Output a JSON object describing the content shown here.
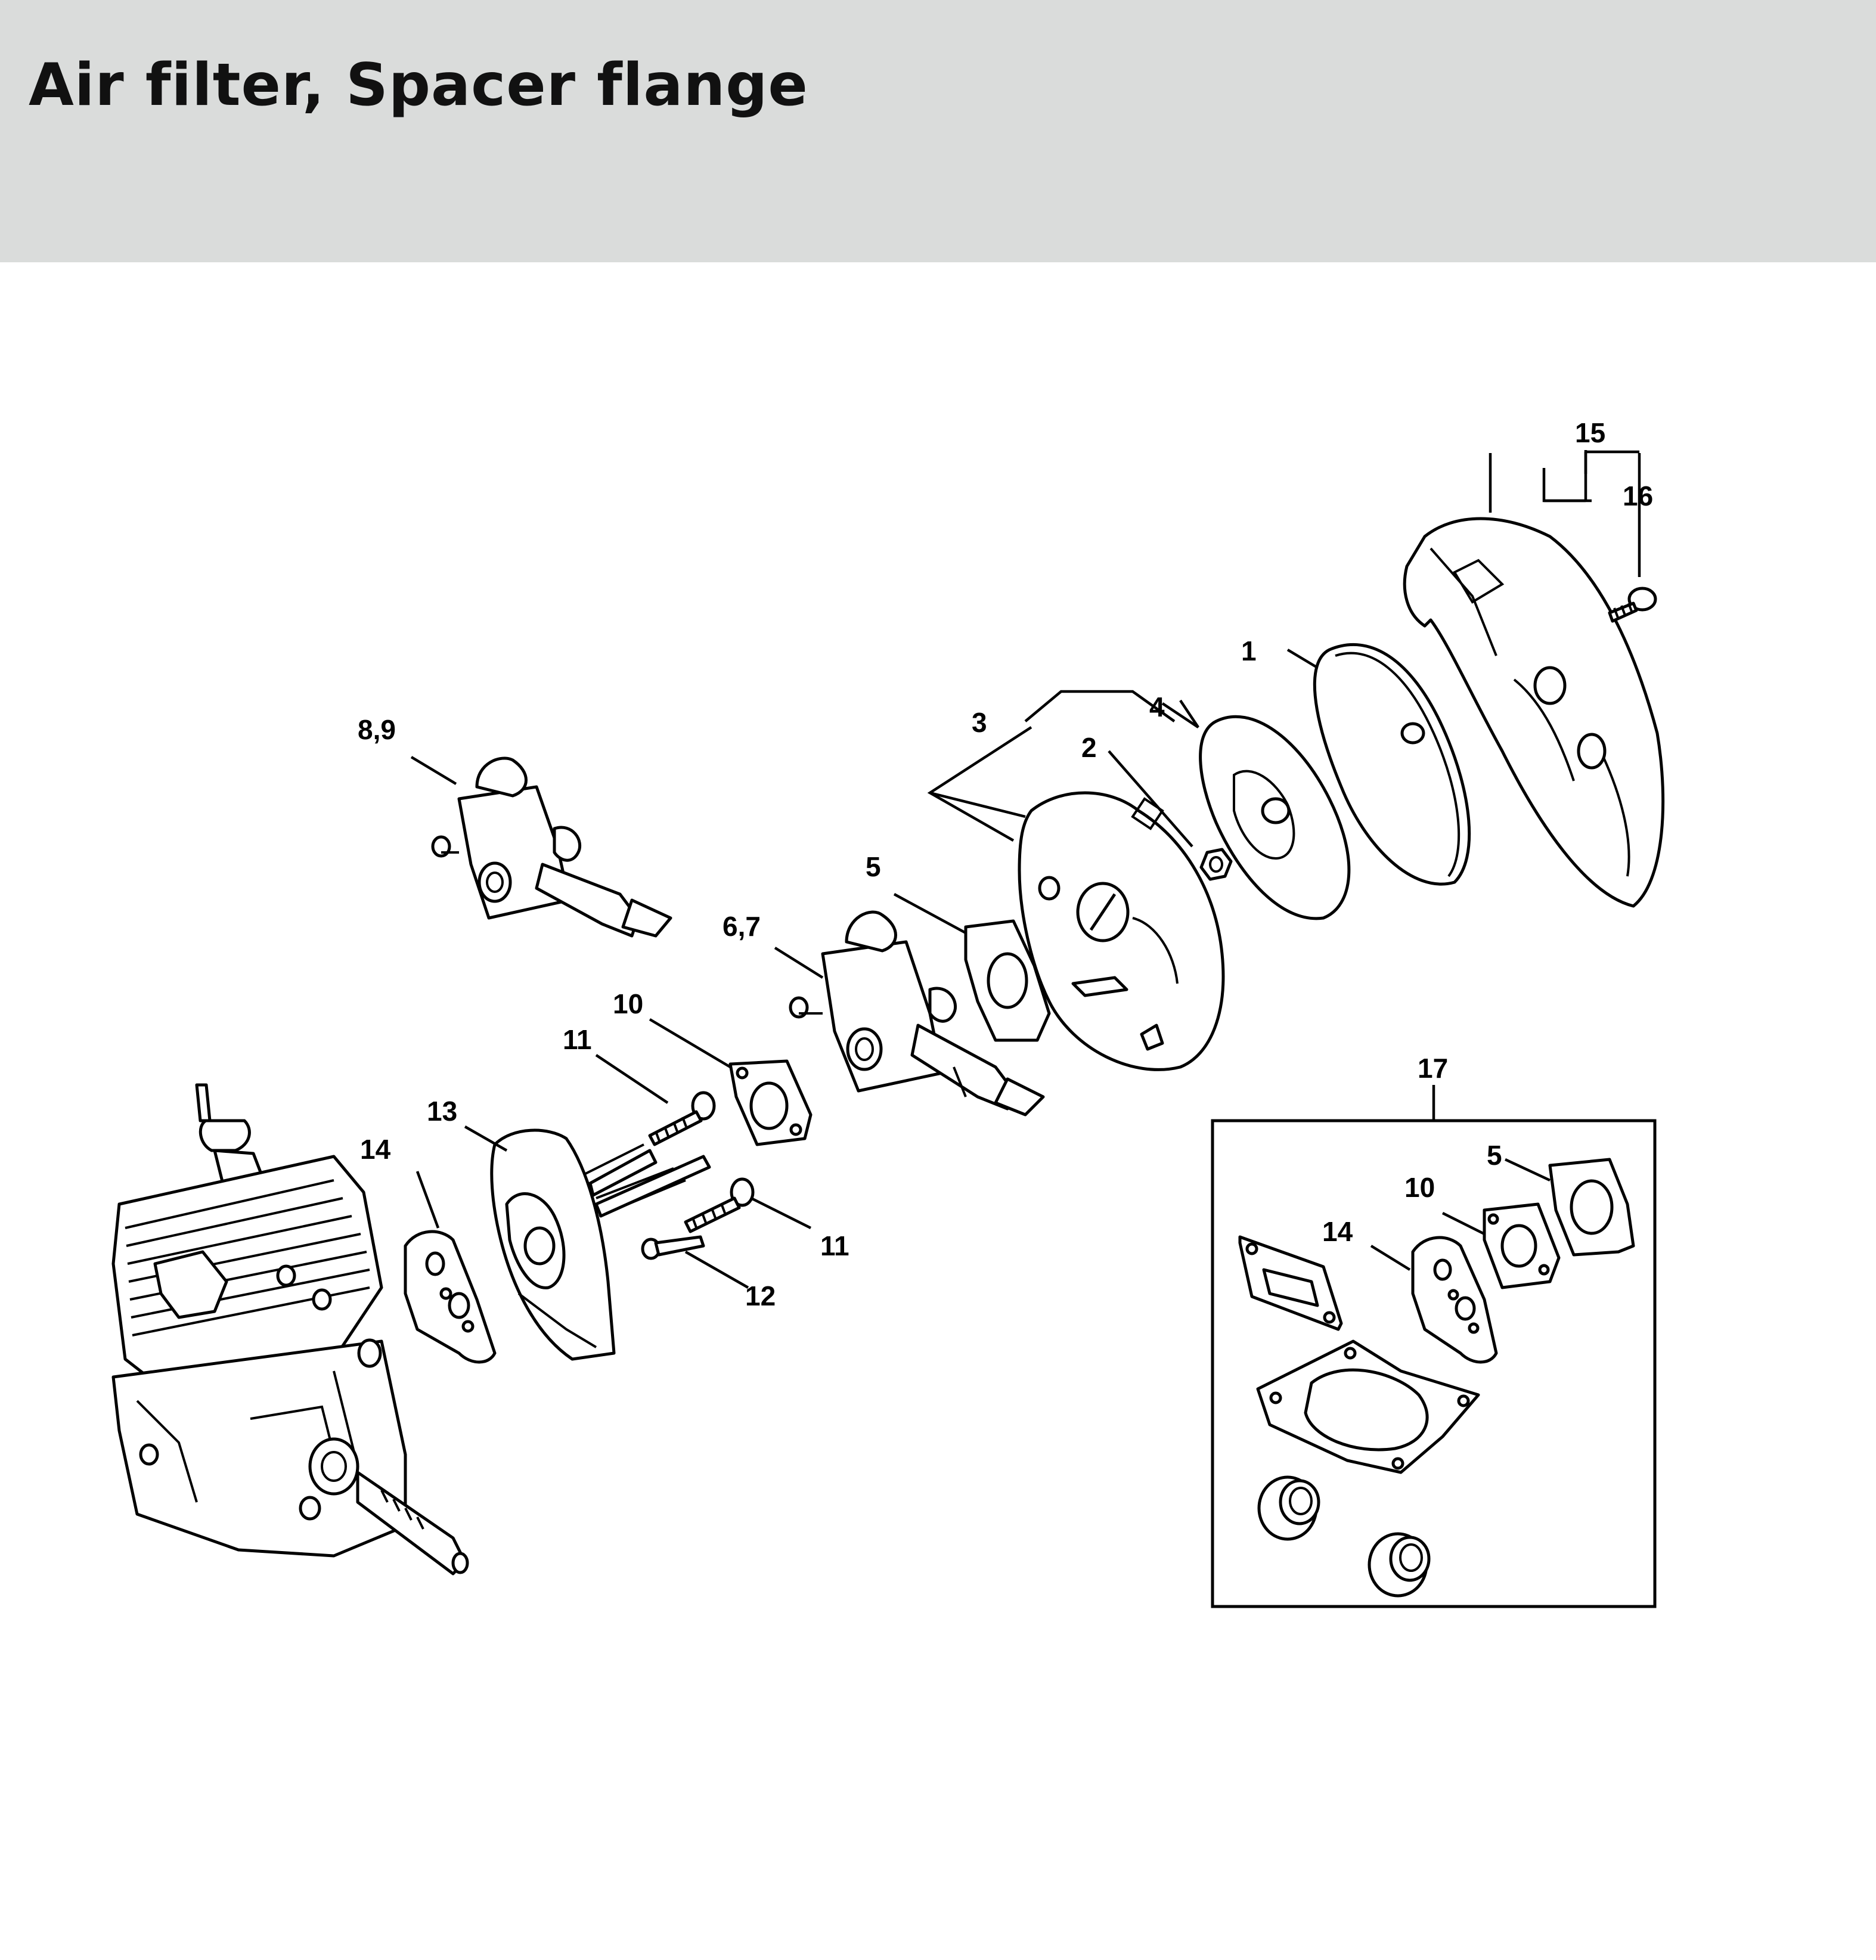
{
  "page": {
    "title": "Air filter, Spacer flange"
  },
  "diagram": {
    "callouts": {
      "c1": "1",
      "c2": "2",
      "c3": "3",
      "c4": "4",
      "c5": "5",
      "c6_7": "6,7",
      "c8_9": "8,9",
      "c10": "10",
      "c11a": "11",
      "c11b": "11",
      "c12": "12",
      "c13": "13",
      "c14": "14",
      "c15": "15",
      "c16": "16",
      "c17": "17",
      "kit5": "5",
      "kit10": "10",
      "kit14": "14"
    },
    "colors": {
      "header_bg": "#dadcdb",
      "line": "#000000",
      "background": "#ffffff"
    }
  }
}
